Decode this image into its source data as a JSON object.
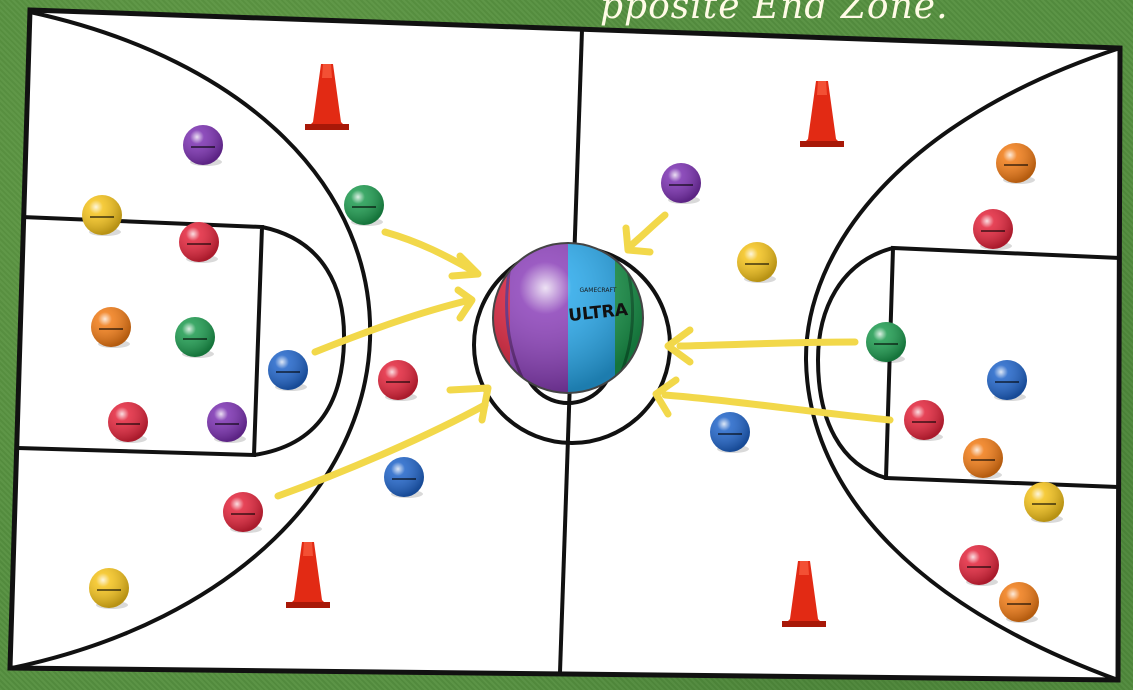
{
  "caption": "pposite End Zone.",
  "colors": {
    "grass": "#55903f",
    "court": "#ffffff",
    "line": "#111111",
    "arrow": "#f2d84a",
    "cone": "#e22a14",
    "ball_colors": {
      "purple": "#7a2fb0",
      "yellow": "#f4c21a",
      "red": "#e2233a",
      "orange": "#f07a14",
      "green": "#1c9a4e",
      "blue": "#1f63c8"
    }
  },
  "center_ball": {
    "icon": "giant-multicolor-ball-icon",
    "brand": "ULTRA",
    "brand_small": "GAMECRAFT"
  },
  "balls": [
    {
      "color": "purple",
      "side": "left"
    },
    {
      "color": "yellow",
      "side": "left"
    },
    {
      "color": "red",
      "side": "left"
    },
    {
      "color": "green",
      "side": "left"
    },
    {
      "color": "orange",
      "side": "left"
    },
    {
      "color": "green",
      "side": "left"
    },
    {
      "color": "blue",
      "side": "left"
    },
    {
      "color": "red",
      "side": "left"
    },
    {
      "color": "red",
      "side": "left"
    },
    {
      "color": "purple",
      "side": "left"
    },
    {
      "color": "blue",
      "side": "left"
    },
    {
      "color": "red",
      "side": "left"
    },
    {
      "color": "yellow",
      "side": "left"
    },
    {
      "color": "purple",
      "side": "right"
    },
    {
      "color": "yellow",
      "side": "right"
    },
    {
      "color": "orange",
      "side": "right"
    },
    {
      "color": "red",
      "side": "right"
    },
    {
      "color": "green",
      "side": "right"
    },
    {
      "color": "blue",
      "side": "right"
    },
    {
      "color": "blue",
      "side": "right"
    },
    {
      "color": "red",
      "side": "right"
    },
    {
      "color": "orange",
      "side": "right"
    },
    {
      "color": "yellow",
      "side": "right"
    },
    {
      "color": "red",
      "side": "right"
    },
    {
      "color": "orange",
      "side": "right"
    }
  ],
  "cones": [
    {
      "side": "left"
    },
    {
      "side": "left"
    },
    {
      "side": "right"
    },
    {
      "side": "right"
    }
  ],
  "arrows": [
    {
      "from": "green-ball-left"
    },
    {
      "from": "blue-ball-left"
    },
    {
      "from": "red-ball-left"
    },
    {
      "from": "purple-ball-right"
    },
    {
      "from": "green-ball-right"
    },
    {
      "from": "red-ball-right"
    }
  ]
}
